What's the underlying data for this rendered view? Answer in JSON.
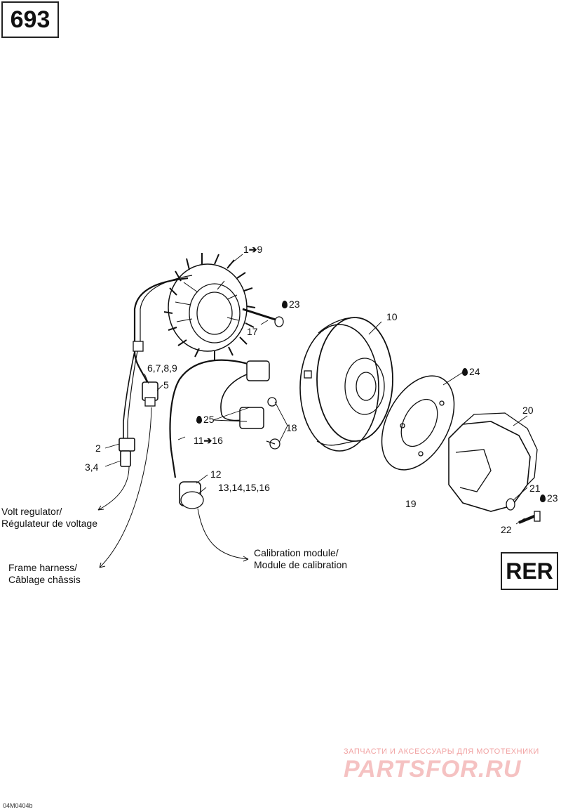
{
  "page_number": "693",
  "model_code": "RER",
  "callouts": {
    "c1": "1",
    "c1_to": "9",
    "c23a": "23",
    "c17": "17",
    "c10": "10",
    "c24": "24",
    "c6789": "6,7,8,9",
    "c5": "5",
    "c25": "25",
    "c18": "18",
    "c11": "11",
    "c11_to": "16",
    "c2": "2",
    "c34": "3,4",
    "c12": "12",
    "c13": "13,14,15,16",
    "c20": "20",
    "c21": "21",
    "c23b": "23",
    "c19": "19",
    "c22": "22"
  },
  "notes": {
    "volt_en": "Volt regulator/",
    "volt_fr": "Régulateur de voltage",
    "frame_en": "Frame harness/",
    "frame_fr": "Câblage châssis",
    "calib_en": "Calibration module/",
    "calib_fr": "Module de calibration"
  },
  "watermark": {
    "tagline": "ЗАПЧАСТИ И АКСЕССУАРЫ ДЛЯ МОТОТЕХНИКИ",
    "brand": "PARTSFOR.RU"
  },
  "drawing_code": "04M0404b",
  "colors": {
    "line": "#111111",
    "watermark": "#f08080"
  }
}
